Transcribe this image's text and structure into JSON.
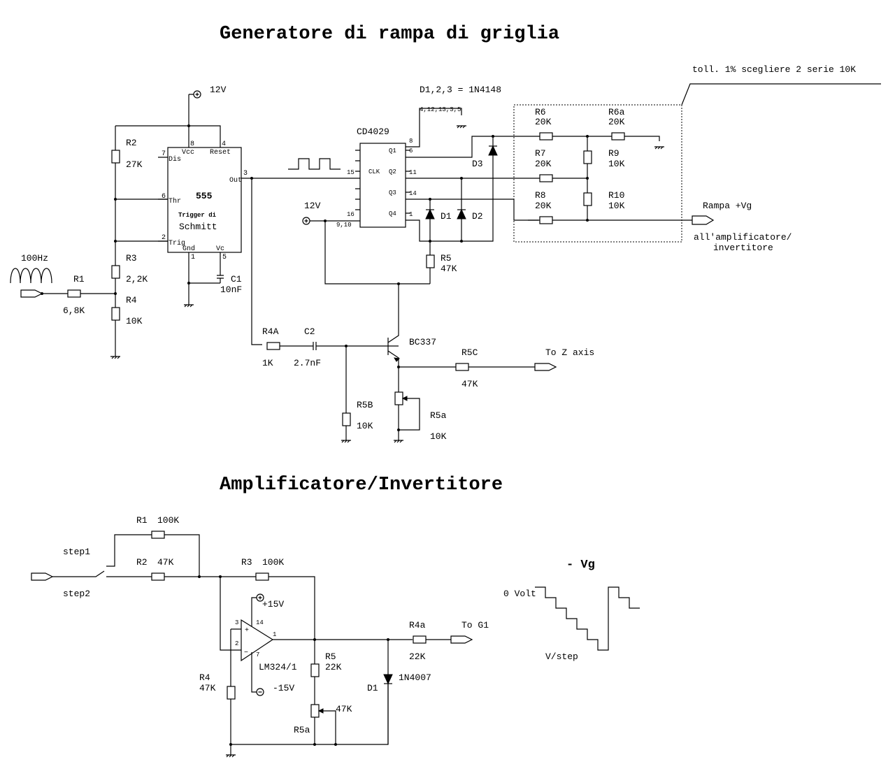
{
  "titles": {
    "top": "Generatore di rampa di griglia",
    "bottom": "Amplificatore/Invertitore",
    "waveform": "- Vg"
  },
  "generator": {
    "supply_main": "12V",
    "input_signal": "100Hz",
    "ic555": {
      "name": "555",
      "desc1": "Trigger di",
      "desc2": "Schmitt",
      "pins": {
        "vcc": "Vcc",
        "reset": "Reset",
        "dis": "Dis",
        "thr": "Thr",
        "trig": "Trig",
        "gnd": "Gnd",
        "vc": "Vc",
        "out": "Out"
      },
      "pin_numbers": {
        "vcc": "8",
        "reset": "4",
        "dis": "7",
        "thr": "6",
        "trig": "2",
        "gnd": "1",
        "vc": "5",
        "out": "3"
      }
    },
    "cd4029": {
      "name": "CD4029",
      "clk": "CLK",
      "q1": "Q1",
      "q2": "Q2",
      "q3": "Q3",
      "q4": "Q4",
      "pin_clk": "15",
      "pin_16": "16",
      "pin_910": "9,10",
      "pin_8": "8",
      "pin_q1": "6",
      "pin_q2": "11",
      "pin_q3": "14",
      "pin_q4": "1",
      "gnd_pins": "4,12,13,3,5",
      "supply": "12V"
    },
    "diode_note": "D1,2,3 = 1N4148",
    "tolerance_note": "toll. 1% scegliere 2 serie 10K",
    "components": {
      "R1": {
        "name": "R1",
        "value": "6,8K"
      },
      "R2": {
        "name": "R2",
        "value": "27K"
      },
      "R3": {
        "name": "R3",
        "value": "2,2K"
      },
      "R4": {
        "name": "R4",
        "value": "10K"
      },
      "C1": {
        "name": "C1",
        "value": "10nF"
      },
      "R5": {
        "name": "R5",
        "value": "47K"
      },
      "R6": {
        "name": "R6",
        "value": "20K"
      },
      "R6a": {
        "name": "R6a",
        "value": "20K"
      },
      "R7": {
        "name": "R7",
        "value": "20K"
      },
      "R8": {
        "name": "R8",
        "value": "20K"
      },
      "R9": {
        "name": "R9",
        "value": "10K"
      },
      "R10": {
        "name": "R10",
        "value": "10K"
      },
      "D1": {
        "name": "D1"
      },
      "D2": {
        "name": "D2"
      },
      "D3": {
        "name": "D3"
      },
      "R4A": {
        "name": "R4A",
        "value": "1K"
      },
      "C2": {
        "name": "C2",
        "value": "2.7nF"
      },
      "R5B": {
        "name": "R5B",
        "value": "10K"
      },
      "Q": {
        "name": "BC337"
      },
      "R5a": {
        "name": "R5a",
        "value": "10K"
      },
      "R5C": {
        "name": "R5C",
        "value": "47K"
      }
    },
    "outputs": {
      "ramp": "Rampa +Vg",
      "ramp_dest1": "all'amplificatore/",
      "ramp_dest2": "invertitore",
      "z_axis": "To Z axis"
    }
  },
  "amplifier": {
    "step1": "step1",
    "step2": "step2",
    "components": {
      "R1": {
        "name": "R1",
        "value": "100K"
      },
      "R2": {
        "name": "R2",
        "value": "47K"
      },
      "R3": {
        "name": "R3",
        "value": "100K"
      },
      "R4": {
        "name": "R4",
        "value": "47K"
      },
      "R5": {
        "name": "R5",
        "value": "22K"
      },
      "R5a": {
        "name": "R5a",
        "value": "47K"
      },
      "R4a": {
        "name": "R4a",
        "value": "22K"
      },
      "D1": {
        "name": "D1",
        "value": "1N4007"
      },
      "U1": {
        "name": "LM324/1"
      }
    },
    "opamp_pins": {
      "plus": "3",
      "minus": "2",
      "out": "1",
      "vpos": "14",
      "vneg": "7"
    },
    "supply_pos": "+15V",
    "supply_neg": "-15V",
    "output": "To G1"
  },
  "waveform": {
    "zero_label": "0 Volt",
    "step_label": "V/step"
  }
}
